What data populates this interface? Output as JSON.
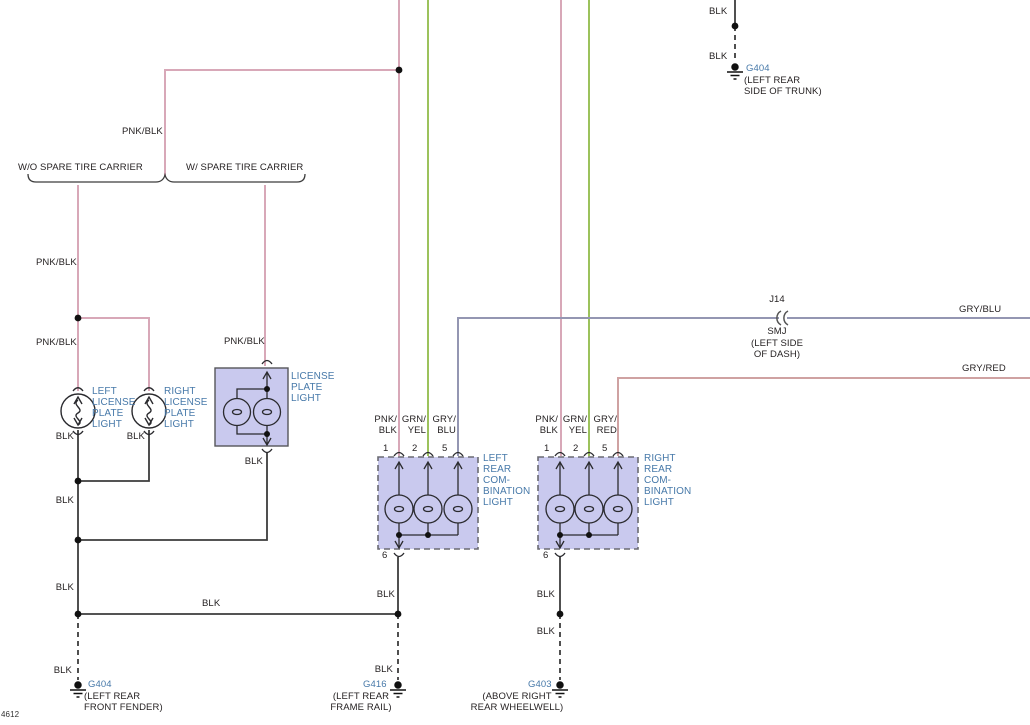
{
  "footnote": "4612",
  "colors": {
    "pnk_blk_wire": "#d8a8b8",
    "grn_yel_wire": "#9cc25c",
    "gry_blu_wire": "#9496b2",
    "gry_red_wire": "#cfa2a2",
    "blk_wire": "#3c3c3c",
    "component_fill": "#c9c9ee",
    "component_label_blue": "#4779a9"
  },
  "options": {
    "without_spare": "W/O SPARE TIRE CARRIER",
    "with_spare": "W/ SPARE TIRE CARRIER"
  },
  "wire_labels": {
    "pnk_blk": "PNK/BLK",
    "blk": "BLK",
    "gry_blu": "GRY/BLU",
    "gry_red": "GRY/RED",
    "pnk_blk_2l": "PNK/\nBLK",
    "grn_yel_2l": "GRN/\nYEL",
    "gry_blu_2l": "GRY/\nBLU",
    "gry_red_2l": "GRY/\nRED"
  },
  "pins": {
    "p1": "1",
    "p2": "2",
    "p5": "5",
    "p6": "6"
  },
  "components": {
    "left_license": "LEFT\nLICENSE\nPLATE\nLIGHT",
    "right_license": "RIGHT\nLICENSE\nPLATE\nLIGHT",
    "license_box": "LICENSE\nPLATE\nLIGHT",
    "left_combo": "LEFT\nREAR\nCOM-\nBINATION\nLIGHT",
    "right_combo": "RIGHT\nREAR\nCOM-\nBINATION\nLIGHT"
  },
  "inline_connector": {
    "id": "J14",
    "name": "SMJ",
    "location": "(LEFT SIDE\nOF DASH)"
  },
  "grounds": {
    "g404_trunk": {
      "id": "G404",
      "location": "(LEFT REAR\nSIDE OF TRUNK)"
    },
    "g404_fender": {
      "id": "G404",
      "location": "(LEFT REAR\nFRONT FENDER)"
    },
    "g416": {
      "id": "G416",
      "location": "(LEFT REAR\nFRAME RAIL)"
    },
    "g403": {
      "id": "G403",
      "location": "(ABOVE RIGHT\nREAR WHEELWELL)"
    }
  }
}
